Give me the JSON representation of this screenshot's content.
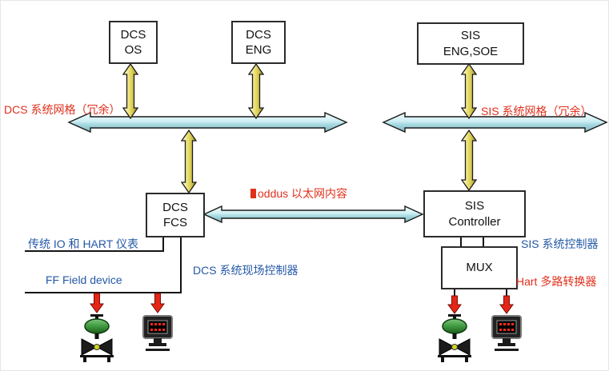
{
  "colors": {
    "red_label": "#e0301c",
    "blue_label": "#2458a6",
    "bus_fill": "#cdeef3",
    "connector_fill": "#ece27a",
    "arrow_red": "#e52616",
    "wire_black": "#141414",
    "box_border": "#2b2b2b",
    "valve_green": "#3f9a3f"
  },
  "boxes": {
    "dcs_os": "DCS\nOS",
    "dcs_eng": "DCS\nENG",
    "sis_eng_soe": "SIS\nENG,SOE",
    "dcs_fcs": "DCS\nFCS",
    "sis_controller": "SIS\nController",
    "mux": "MUX"
  },
  "labels": {
    "dcs_network": "DCS 系统网格（冗余）",
    "sis_network": "SIS 系统网格（冗余）",
    "modbus_ethernet": "oddus 以太网内容",
    "traditional_io": "传统 IO 和 HART 仪表",
    "ff_field_device": "FF Field device",
    "dcs_field_controller": "DCS 系统现场控制器",
    "sis_controller_desc": "SIS 系统控制器",
    "hart_mux": "Hart 多路转换器"
  }
}
